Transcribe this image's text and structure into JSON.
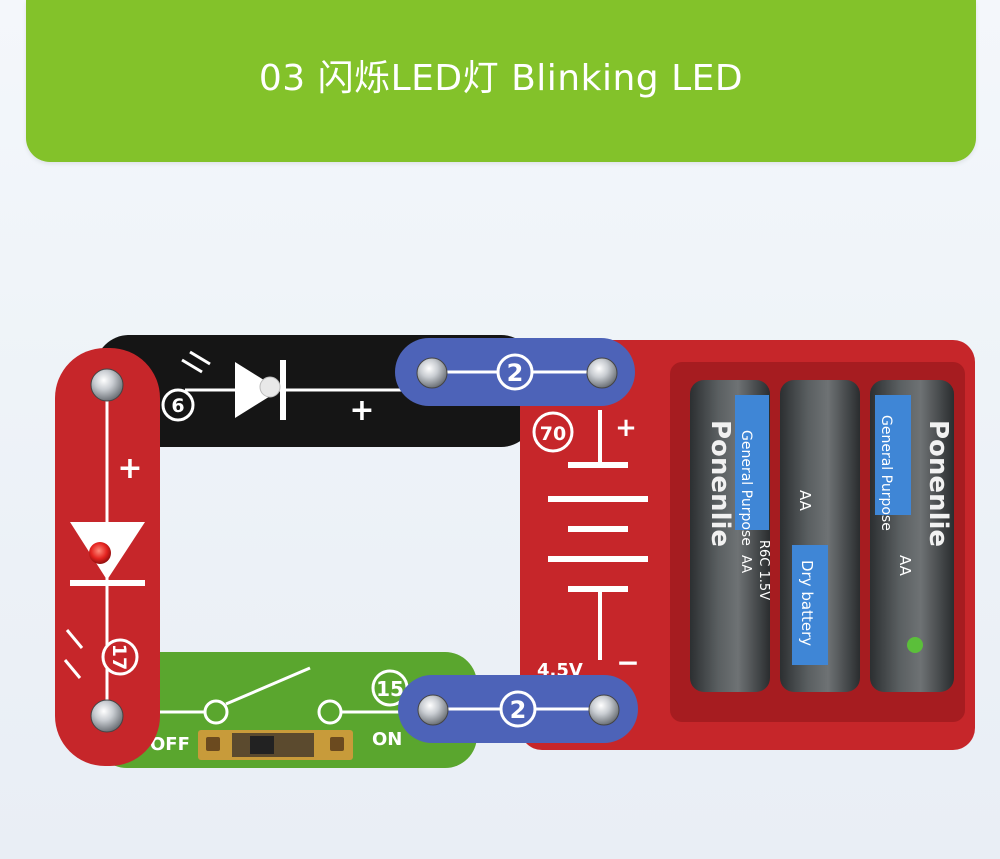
{
  "banner": {
    "title": "03 闪烁LED灯  Blinking LED"
  },
  "parts": {
    "led_black": {
      "number": "6",
      "plus": "+"
    },
    "led_red": {
      "number": "17",
      "plus": "+"
    },
    "switch": {
      "number": "15",
      "off": "OFF",
      "on": "ON"
    },
    "connector_top": {
      "number": "2"
    },
    "connector_bottom": {
      "number": "2"
    },
    "battery_holder": {
      "number": "70",
      "plus": "+",
      "minus": "−",
      "voltage": "4.5V"
    }
  },
  "batteries": [
    {
      "brand": "Ponenlie",
      "label": "General Purpose",
      "type": "R6C 1.5V",
      "size": "AA"
    },
    {
      "brand": "",
      "label": "Dry battery",
      "type": "",
      "size": "AA"
    },
    {
      "brand": "Ponenlie",
      "label": "General Purpose",
      "type": "",
      "size": "AA"
    }
  ],
  "colors": {
    "banner": "#83c22a",
    "red_part": "#c6262a",
    "black_part": "#151515",
    "green_part": "#5aa62e",
    "blue_connector": "#4d63b8",
    "battery_blue": "#3f86d6"
  }
}
